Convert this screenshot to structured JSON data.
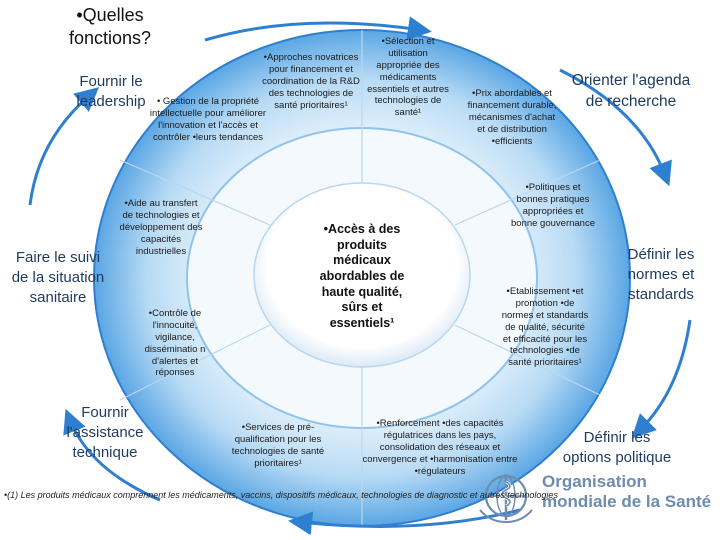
{
  "title": "•Quelles fonctions?",
  "boxes": {
    "leadership": "Fournir le leadership",
    "surveillance": "Faire le suivi de la situation sanitaire",
    "assistance": "Fournir l'assistance technique",
    "recherche": "Orienter l'agenda de recherche",
    "normes": "Définir les normes et standards",
    "politique": "Définir les options politique"
  },
  "center": "•Accès à des produits médicaux abordables de haute qualité, sûrs et essentiels¹",
  "inner": {
    "approches": "•Approches novatrices pour financement et coordination de la R&D des technologies de santé prioritaires¹",
    "selection": "•Sélection et utilisation appropriée des médicaments essentiels et autres technologies de santé¹",
    "prix": "•Prix abordables et financement durable, mécanismes d'achat et de distribution •efficients",
    "gestion": "• Gestion de la propriété intellectuelle pour améliorer l'innovation et l'accès et contrôler •leurs tendances",
    "politiques": "•Politiques et bonnes pratiques appropriées et bonne gouvernance",
    "aide": "•Aide au transfert de technologies et développement des capacités industrielles",
    "etablissement": "•Etablissement •et promotion •de normes et standards de qualité, sécurité et efficacité pour les technologies •de santé prioritaires¹",
    "controle": "•Contrôle de l'innocuité, vigilance, disséminatio n d'alertes et réponses",
    "services": "•Services de pré-qualification pour les technologies de santé prioritaires¹",
    "renforcement": "•Renforcement •des capacités régulatrices dans les pays, consolidation des réseaux et convergence et •harmonisation entre •régulateurs"
  },
  "footnote": "•(1) Les produits médicaux comprennent les médicaments, vaccins, dispositifs médicaux, technologies de diagnostic et autres technologies",
  "who_logo_text": "Organisation mondiale de la Santé",
  "colors": {
    "ring_outer": "#2f7fd0",
    "ring_mid": "#8fc3ee",
    "ring_inner": "#d9ecf9",
    "center": "#ffffff",
    "arrows": "#2f7fd0",
    "box_text": "#1f3a5f",
    "who_blue": "#6e8bb0"
  }
}
